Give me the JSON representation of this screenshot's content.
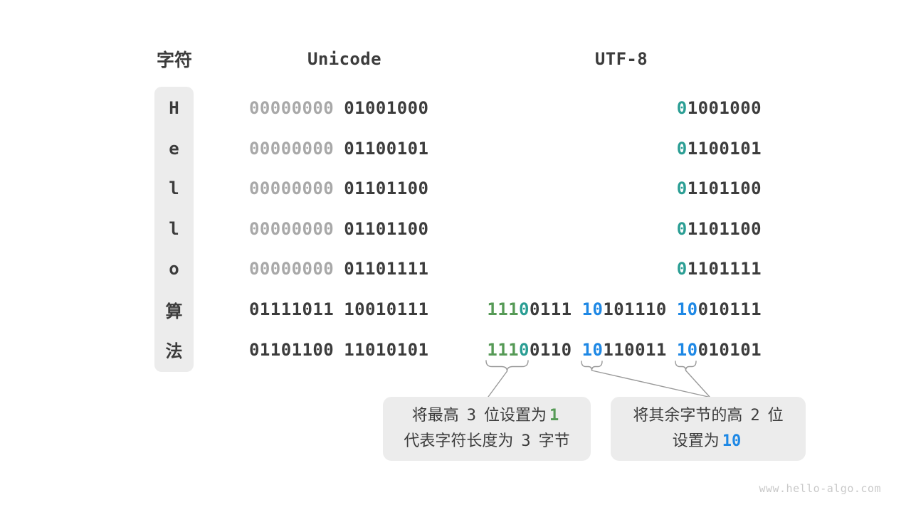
{
  "headers": {
    "char": "字符",
    "unicode": "Unicode",
    "utf8": "UTF-8"
  },
  "rows": [
    {
      "char": "H",
      "unicode": [
        [
          "00000000",
          "muted"
        ],
        [
          "01001000",
          "dark"
        ]
      ],
      "utf8": [
        [
          [
            "0",
            "teal"
          ],
          [
            "1001000",
            "dark"
          ]
        ]
      ]
    },
    {
      "char": "e",
      "unicode": [
        [
          "00000000",
          "muted"
        ],
        [
          "01100101",
          "dark"
        ]
      ],
      "utf8": [
        [
          [
            "0",
            "teal"
          ],
          [
            "1100101",
            "dark"
          ]
        ]
      ]
    },
    {
      "char": "l",
      "unicode": [
        [
          "00000000",
          "muted"
        ],
        [
          "01101100",
          "dark"
        ]
      ],
      "utf8": [
        [
          [
            "0",
            "teal"
          ],
          [
            "1101100",
            "dark"
          ]
        ]
      ]
    },
    {
      "char": "l",
      "unicode": [
        [
          "00000000",
          "muted"
        ],
        [
          "01101100",
          "dark"
        ]
      ],
      "utf8": [
        [
          [
            "0",
            "teal"
          ],
          [
            "1101100",
            "dark"
          ]
        ]
      ]
    },
    {
      "char": "o",
      "unicode": [
        [
          "00000000",
          "muted"
        ],
        [
          "01101111",
          "dark"
        ]
      ],
      "utf8": [
        [
          [
            "0",
            "teal"
          ],
          [
            "1101111",
            "dark"
          ]
        ]
      ]
    },
    {
      "char": "算",
      "unicode": [
        [
          "01111011",
          "dark"
        ],
        [
          "10010111",
          "dark"
        ]
      ],
      "utf8": [
        [
          [
            "111",
            "green"
          ],
          [
            "0",
            "teal"
          ],
          [
            "0111",
            "dark"
          ]
        ],
        [
          [
            "10",
            "blue"
          ],
          [
            "101110",
            "dark"
          ]
        ],
        [
          [
            "10",
            "blue"
          ],
          [
            "010111",
            "dark"
          ]
        ]
      ]
    },
    {
      "char": "法",
      "unicode": [
        [
          "01101100",
          "dark"
        ],
        [
          "11010101",
          "dark"
        ]
      ],
      "utf8": [
        [
          [
            "111",
            "green"
          ],
          [
            "0",
            "teal"
          ],
          [
            "0110",
            "dark"
          ]
        ],
        [
          [
            "10",
            "blue"
          ],
          [
            "110011",
            "dark"
          ]
        ],
        [
          [
            "10",
            "blue"
          ],
          [
            "010101",
            "dark"
          ]
        ]
      ]
    }
  ],
  "callouts": {
    "left": {
      "lines": [
        [
          [
            "将最高 ",
            "plain"
          ],
          [
            "3",
            "num"
          ],
          [
            " 位设置为",
            "plain"
          ],
          [
            "1",
            "green"
          ]
        ],
        [
          [
            "代表字符长度为 ",
            "plain"
          ],
          [
            "3",
            "num"
          ],
          [
            " 字节",
            "plain"
          ]
        ]
      ]
    },
    "right": {
      "lines": [
        [
          [
            "将其余字节的高 ",
            "plain"
          ],
          [
            "2",
            "num"
          ],
          [
            " 位",
            "plain"
          ]
        ],
        [
          [
            "设置为",
            "plain"
          ],
          [
            "10",
            "blue"
          ]
        ]
      ]
    }
  },
  "colors": {
    "dark": "#3c3c3c",
    "muted": "#a8a8a8",
    "teal": "#2a9e94",
    "green": "#569a56",
    "blue": "#1e88e5",
    "box_bg": "#ececec",
    "connector": "#9a9a9a",
    "watermark_text": "#c9c9c9"
  },
  "watermark": "www.hello-algo.com"
}
